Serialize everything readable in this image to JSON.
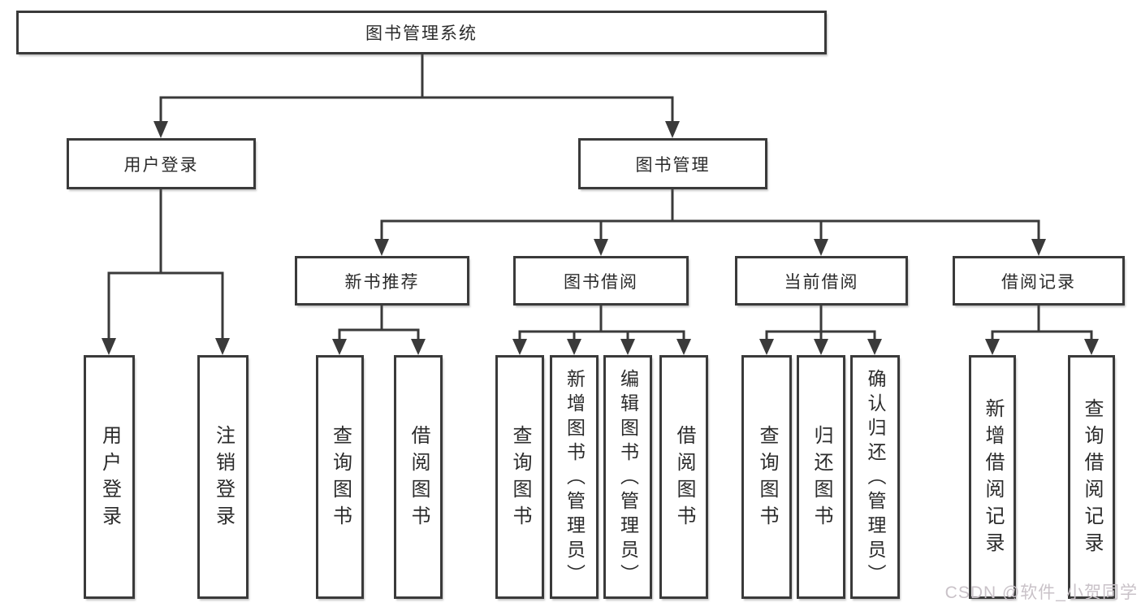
{
  "tree": {
    "label": "图书管理系统",
    "children": [
      {
        "label": "用户登录",
        "children": [
          {
            "label": "用户登录"
          },
          {
            "label": "注销登录"
          }
        ]
      },
      {
        "label": "图书管理",
        "children": [
          {
            "label": "新书推荐",
            "children": [
              {
                "label": "查询图书"
              },
              {
                "label": "借阅图书"
              }
            ]
          },
          {
            "label": "图书借阅",
            "children": [
              {
                "label": "查询图书"
              },
              {
                "label": "新增图书（管理员）"
              },
              {
                "label": "编辑图书（管理员）"
              },
              {
                "label": "借阅图书"
              }
            ]
          },
          {
            "label": "当前借阅",
            "children": [
              {
                "label": "查询图书"
              },
              {
                "label": "归还图书"
              },
              {
                "label": "确认归还（管理员）"
              }
            ]
          },
          {
            "label": "借阅记录",
            "children": [
              {
                "label": "新增借阅记录"
              },
              {
                "label": "查询借阅记录"
              }
            ]
          }
        ]
      }
    ]
  },
  "watermark": {
    "text": "CSDN @软件_小贺同学"
  },
  "colors": {
    "line": "#3a3a3a",
    "box_border": "#3a3a3a",
    "text": "#2b2b2b",
    "watermark": "#c9c2c8",
    "background": "#ffffff"
  }
}
